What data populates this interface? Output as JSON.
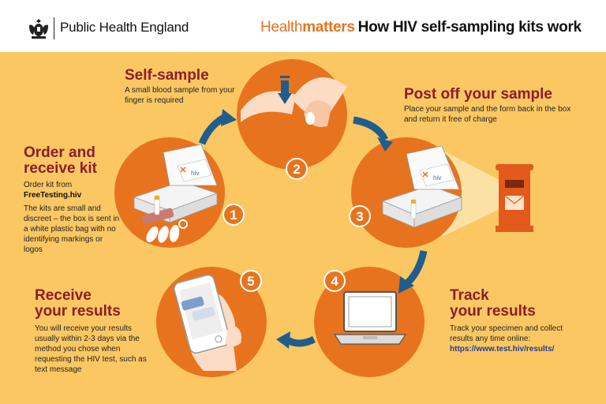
{
  "header": {
    "org_name": "Public Health England",
    "brand_part1": "Health",
    "brand_part2": "matters",
    "headline": "How HIV self-sampling kits work"
  },
  "steps": [
    {
      "number": "1",
      "title_line1": "Order and",
      "title_line2": "receive kit",
      "desc_line1": "Order kit from",
      "desc_link": "FreeTesting.hiv",
      "desc_body": "The kits are small and discreet – the box is sent in a white plastic bag with no identifying markings or logos"
    },
    {
      "number": "2",
      "title": "Self-sample",
      "desc": "A small blood sample from your finger is required"
    },
    {
      "number": "3",
      "title": "Post off your sample",
      "desc": "Place your sample and the form back in the box and return it free of charge"
    },
    {
      "number": "4",
      "title_line1": "Track",
      "title_line2": "your results",
      "desc": "Track your specimen and collect results any time online:",
      "desc_link": "https://www.test.hiv/results/"
    },
    {
      "number": "5",
      "title_line1": "Receive",
      "title_line2": "your results",
      "desc": "You will receive your results usually within 2-3 days via the method you chose when requesting the HIV test, such as text message"
    }
  ],
  "kit_box_label": "hiv",
  "colors": {
    "background": "#fbc762",
    "circle": "#e8731e",
    "title": "#8c1d2a",
    "arrow": "#1f5d8c",
    "brand": "#e8731e",
    "link": "#1f3e8c",
    "postbox": "#e35a1c"
  }
}
